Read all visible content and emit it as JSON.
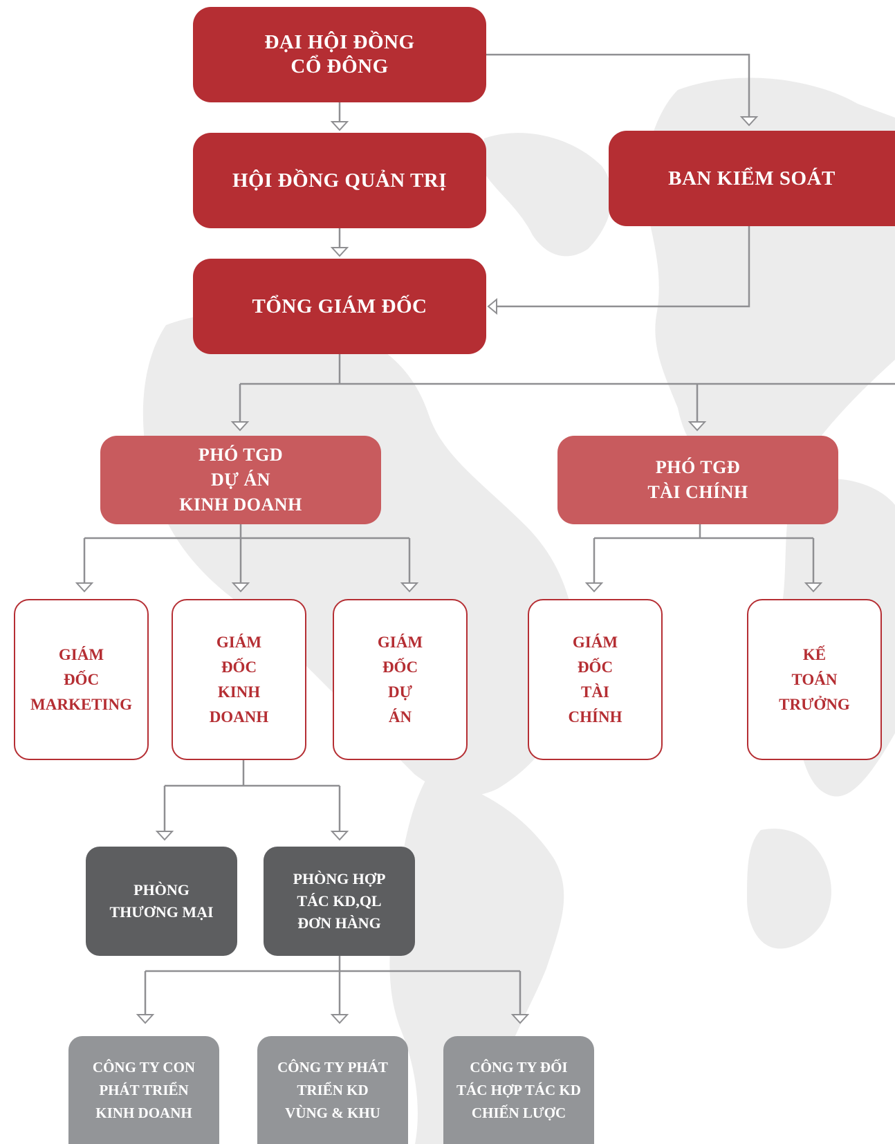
{
  "colors": {
    "primary_red": "#b52e33",
    "vice_red": "#c85b5e",
    "dark_gray": "#5d5e60",
    "light_gray": "#939598",
    "connector": "#8f8f92",
    "map": "#ececec"
  },
  "nodes": {
    "dhdcd": {
      "lines": [
        "ĐẠI HỘI ĐỒNG",
        "CỔ ĐÔNG"
      ]
    },
    "hdqt": {
      "lines": [
        "HỘI ĐỒNG QUẢN TRỊ"
      ]
    },
    "bks": {
      "lines": [
        "BAN KIỂM SOÁT"
      ]
    },
    "tgd": {
      "lines": [
        "TỔNG GIÁM ĐỐC"
      ]
    },
    "pho_tgd_da": {
      "lines": [
        "PHÓ TGD",
        "DỰ ÁN",
        "KINH DOANH"
      ]
    },
    "pho_tgd_tc": {
      "lines": [
        "PHÓ TGĐ",
        "TÀI CHÍNH"
      ]
    },
    "gd_marketing": {
      "lines": [
        "GIÁM",
        "ĐỐC",
        "MARKETING"
      ]
    },
    "gd_kinh_doanh": {
      "lines": [
        "GIÁM",
        "ĐỐC",
        "KINH",
        "DOANH"
      ]
    },
    "gd_du_an": {
      "lines": [
        "GIÁM",
        "ĐỐC",
        "DỰ",
        "ÁN"
      ]
    },
    "gd_tai_chinh": {
      "lines": [
        "GIÁM",
        "ĐỐC",
        "TÀI",
        "CHÍNH"
      ]
    },
    "ke_toan_truong": {
      "lines": [
        "KẾ",
        "TOÁN",
        "TRƯỞNG"
      ]
    },
    "phong_thuong_mai": {
      "lines": [
        "PHÒNG",
        "THƯƠNG MẠI"
      ]
    },
    "phong_hop_tac": {
      "lines": [
        "PHÒNG HỢP",
        "TÁC KD,QL",
        "ĐƠN HÀNG"
      ]
    },
    "cty_con": {
      "lines": [
        "CÔNG TY CON",
        "PHÁT TRIỂN",
        "KINH DOANH"
      ]
    },
    "cty_phat_trien": {
      "lines": [
        "CÔNG TY PHÁT",
        "TRIỂN KD",
        "VÙNG & KHU"
      ]
    },
    "cty_doi_tac": {
      "lines": [
        "CÔNG TY ĐỐI",
        "TÁC HỢP TÁC KD",
        "CHIẾN LƯỢC"
      ]
    }
  },
  "edges": [
    [
      "dhdcd",
      "hdqt"
    ],
    [
      "dhdcd",
      "bks"
    ],
    [
      "hdqt",
      "tgd"
    ],
    [
      "bks",
      "tgd"
    ],
    [
      "tgd",
      "pho_tgd_da"
    ],
    [
      "tgd",
      "pho_tgd_tc"
    ],
    [
      "pho_tgd_da",
      "gd_marketing"
    ],
    [
      "pho_tgd_da",
      "gd_kinh_doanh"
    ],
    [
      "pho_tgd_da",
      "gd_du_an"
    ],
    [
      "pho_tgd_tc",
      "gd_tai_chinh"
    ],
    [
      "pho_tgd_tc",
      "ke_toan_truong"
    ],
    [
      "gd_kinh_doanh",
      "phong_thuong_mai"
    ],
    [
      "gd_kinh_doanh",
      "phong_hop_tac"
    ],
    [
      "phong_hop_tac",
      "cty_con"
    ],
    [
      "phong_hop_tac",
      "cty_phat_trien"
    ],
    [
      "phong_hop_tac",
      "cty_doi_tac"
    ]
  ]
}
